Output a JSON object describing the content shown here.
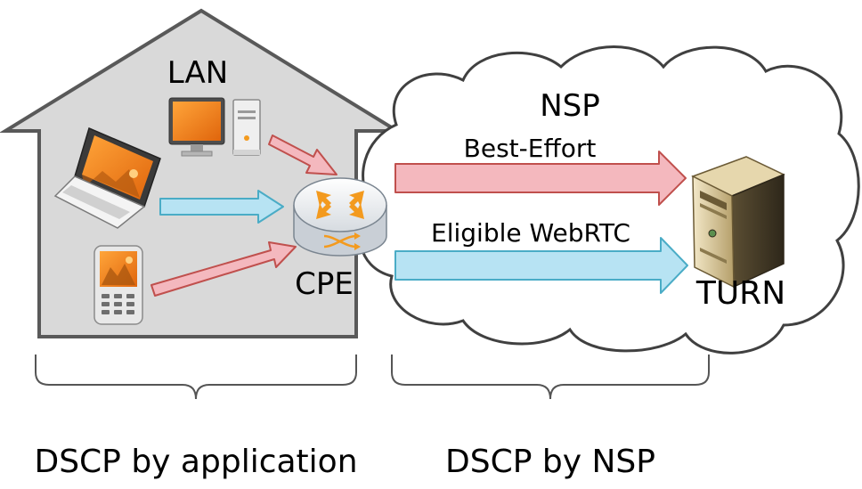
{
  "labels": {
    "lan": "LAN",
    "nsp": "NSP",
    "best_effort": "Best-Effort",
    "eligible_webrtc": "Eligible WebRTC",
    "cpe": "CPE",
    "turn": "TURN",
    "dscp_by_application": "DSCP by application",
    "dscp_by_nsp": "DSCP by NSP"
  },
  "colors": {
    "house_fill": "#d9d9d9",
    "house_stroke": "#595959",
    "cloud_stroke": "#404040",
    "arrow_red_fill": "#f4b8be",
    "arrow_red_stroke": "#c0504d",
    "arrow_blue_fill": "#b7e3f3",
    "arrow_blue_stroke": "#4aacc6",
    "orange_accent": "#f39a1e"
  },
  "icons": {
    "desktop": "desktop-computer-icon",
    "laptop": "laptop-icon",
    "phone": "mobile-phone-icon",
    "router": "router-icon",
    "server": "server-tower-icon"
  }
}
